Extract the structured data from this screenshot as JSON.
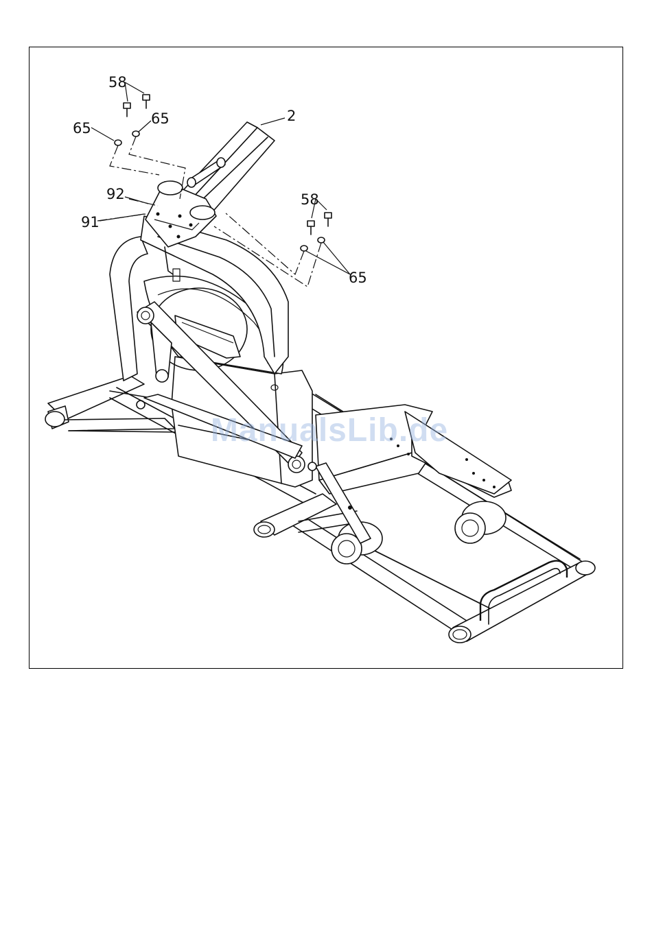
{
  "callouts": {
    "bolt_top": "58",
    "washer_top_left": "65",
    "washer_top_right": "65",
    "handlebar": "2",
    "part_92": "92",
    "part_91": "91",
    "bolt_right": "58",
    "washer_right": "65"
  },
  "watermark": "ManualsLib.de"
}
